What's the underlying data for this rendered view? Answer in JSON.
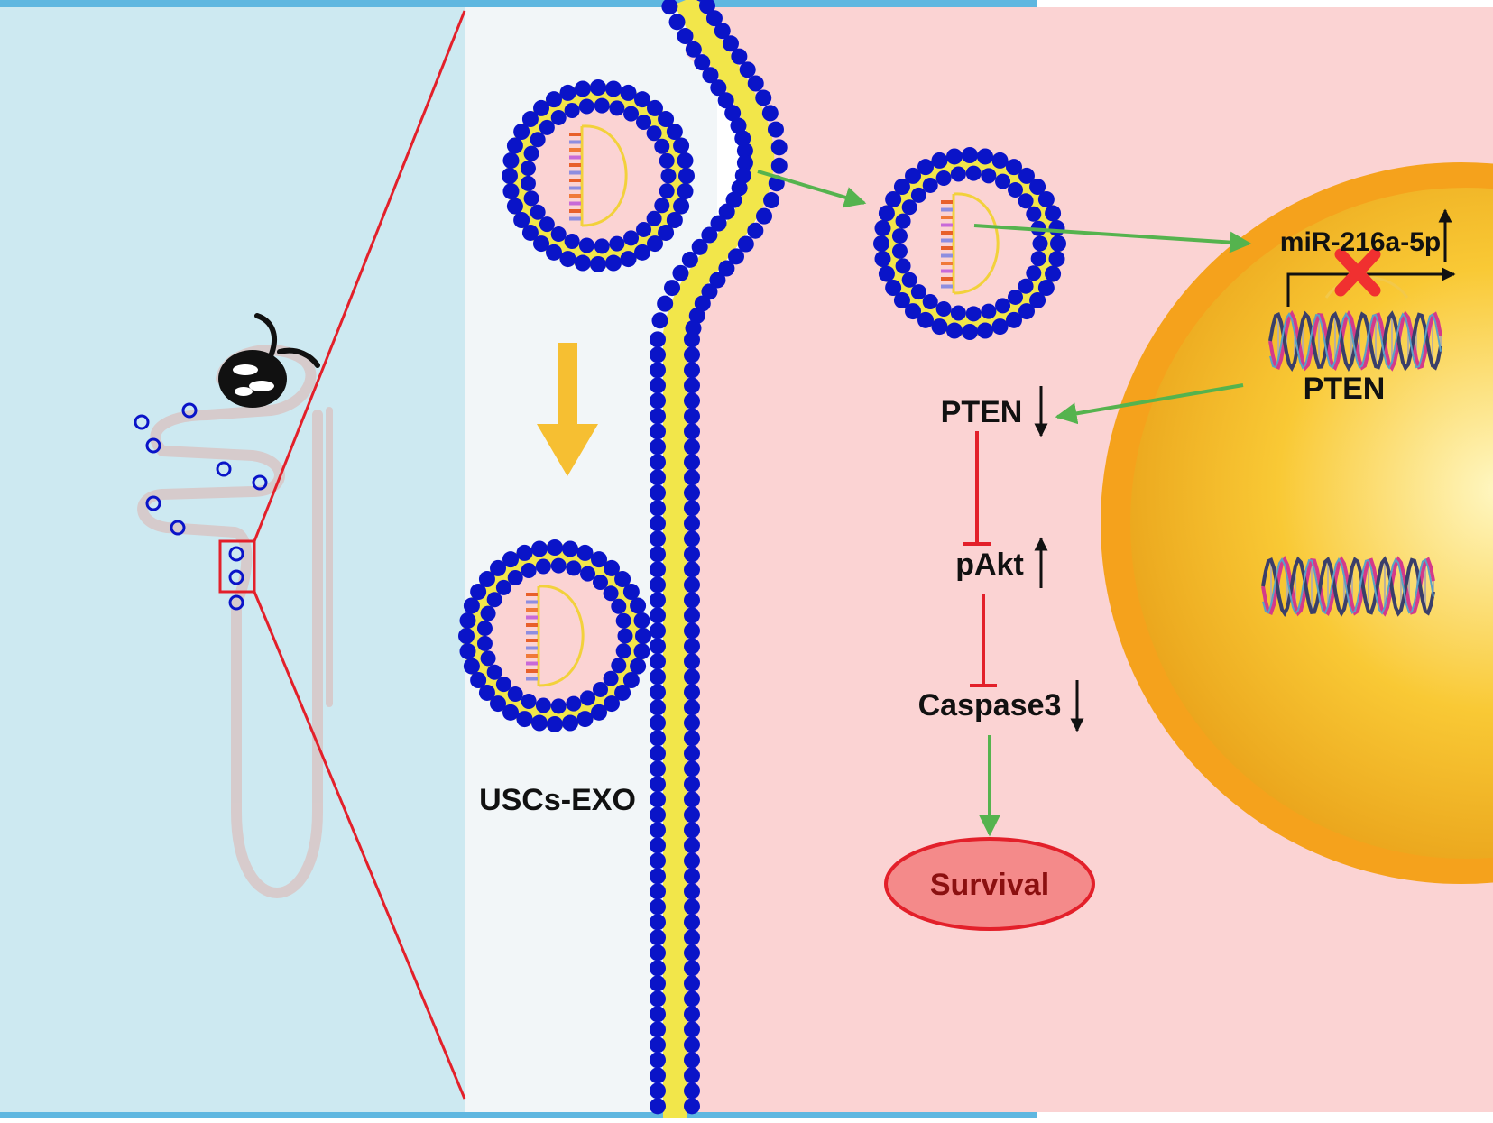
{
  "labels": {
    "exosome": "USCs-EXO",
    "mirna": "miR-216a-5p",
    "pten_gene": "PTEN",
    "pten": "PTEN",
    "pakt": "pAkt",
    "caspase": "Caspase3",
    "survival": "Survival"
  },
  "colors": {
    "left_background": "#cde9f1",
    "extracellular_background": "#f2f6f8",
    "cell_background": "#fbd3d3",
    "lipid_head": "#0a14c8",
    "lipid_tail": "#f2e64a",
    "activation_arrow": "#55b34e",
    "inhibition": "#e3202a",
    "secretion_arrow": "#f6bf32",
    "nucleus_outer": "#f5a21c",
    "nucleus_inner": "#f8c531",
    "survival_fill": "#f48a8a",
    "survival_stroke": "#e3202a",
    "survival_text": "#8b1010",
    "zoom_line": "#e3202a",
    "block_mark": "#f03030"
  },
  "icons": [
    "kidney-nephron-icon",
    "glomerulus-icon",
    "exosome-vesicle-icon",
    "dna-helix-icon",
    "block-x-icon",
    "up-arrow-icon",
    "down-arrow-icon"
  ]
}
